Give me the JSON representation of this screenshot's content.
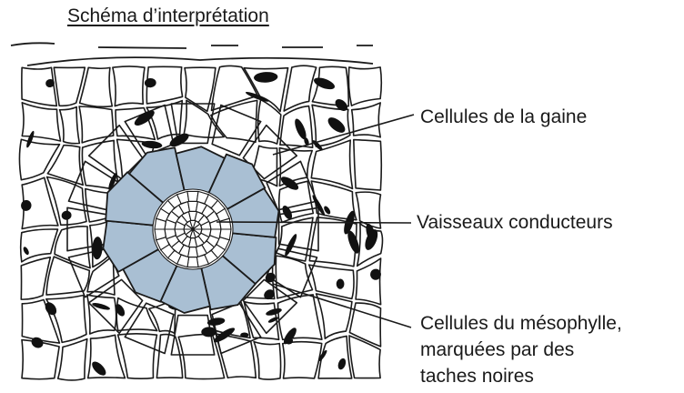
{
  "title": "Schéma d’interprétation",
  "labels": {
    "gaine": "Cellules de la gaine",
    "vaisseaux": "Vaisseaux conducteurs",
    "mesophylle": [
      "Cellules du mésophylle,",
      "marquées par des",
      "taches noires"
    ]
  },
  "colors": {
    "sheath_fill": "#a9bfd3",
    "cell_outline": "#1a1a1a",
    "dark_marks": "#111111",
    "background": "#ffffff"
  }
}
